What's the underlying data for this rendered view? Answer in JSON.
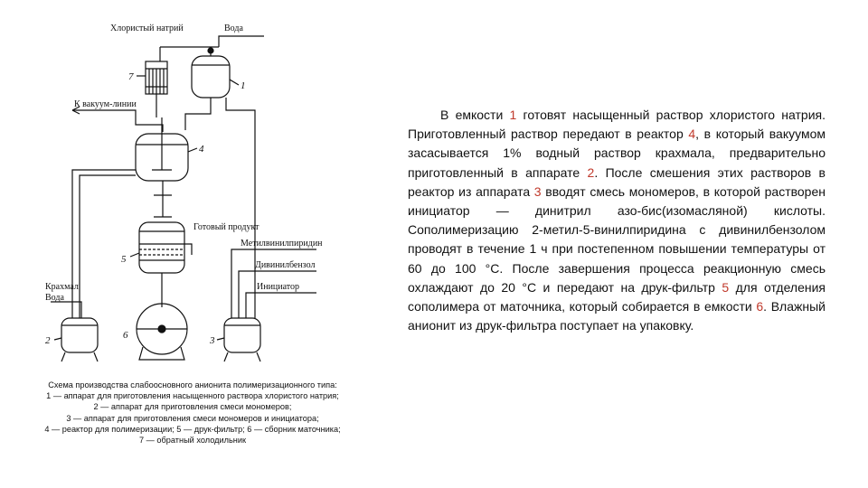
{
  "diagram": {
    "labels": {
      "sodium_chloride": "Хлористый натрий",
      "water_top": "Вода",
      "to_vacuum": "К вакуум-линии",
      "ready_product": "Готовый продукт",
      "methylvinylpyridine": "Метилвинилпиридин",
      "divinylbenzene": "Дивинилбензол",
      "initiator": "Инициатор",
      "starch": "Крахмал",
      "water_left": "Вода"
    },
    "numbers": [
      "1",
      "2",
      "3",
      "4",
      "5",
      "6",
      "7"
    ]
  },
  "caption": [
    "Схема производства слабоосновного анионита полимеризационного типа:",
    "1 — аппарат для приготовления насыщенного раствора хлористого натрия;",
    "2 — аппарат для приготовления смеси мономеров;",
    "3 — аппарат для приготовления смеси мономеров и инициатора;",
    "4 — реактор для полимеризации; 5 — друк-фильтр; 6 — сборник маточника;",
    "7 — обратный холодильник"
  ],
  "description": {
    "highlight_color": "#c0392b",
    "t01": "В емкости ",
    "n1": "1",
    "t02": " готовят насыщенный раствор хлористого натрия. Приготовленный раствор передают в реактор ",
    "n4": "4",
    "t03": ", в который вакуумом засасывается 1% водный раствор крахмала, предварительно приготовленный в аппарате ",
    "n2": "2",
    "t04": ". После смешения этих растворов в реактор из аппарата ",
    "n3": "3",
    "t05": " вводят смесь мономеров, в которой растворен инициатор — динитрил азо-бис(изомасляной) кислоты. Сополимеризацию 2-метил-5-винилпиридина с дивинилбензолом проводят в течение 1 ч при постепенном повышении температуры от 60 до 100 °С. После завершения процесса реакционную смесь охлаждают до 20 °С и передают на друк-фильтр ",
    "n5": "5",
    "t06": " для отделения сополимера от маточника, который собирается в емкости ",
    "n6": "6",
    "t07": ". Влажный анионит из друк-фильтра поступает на упаковку."
  }
}
